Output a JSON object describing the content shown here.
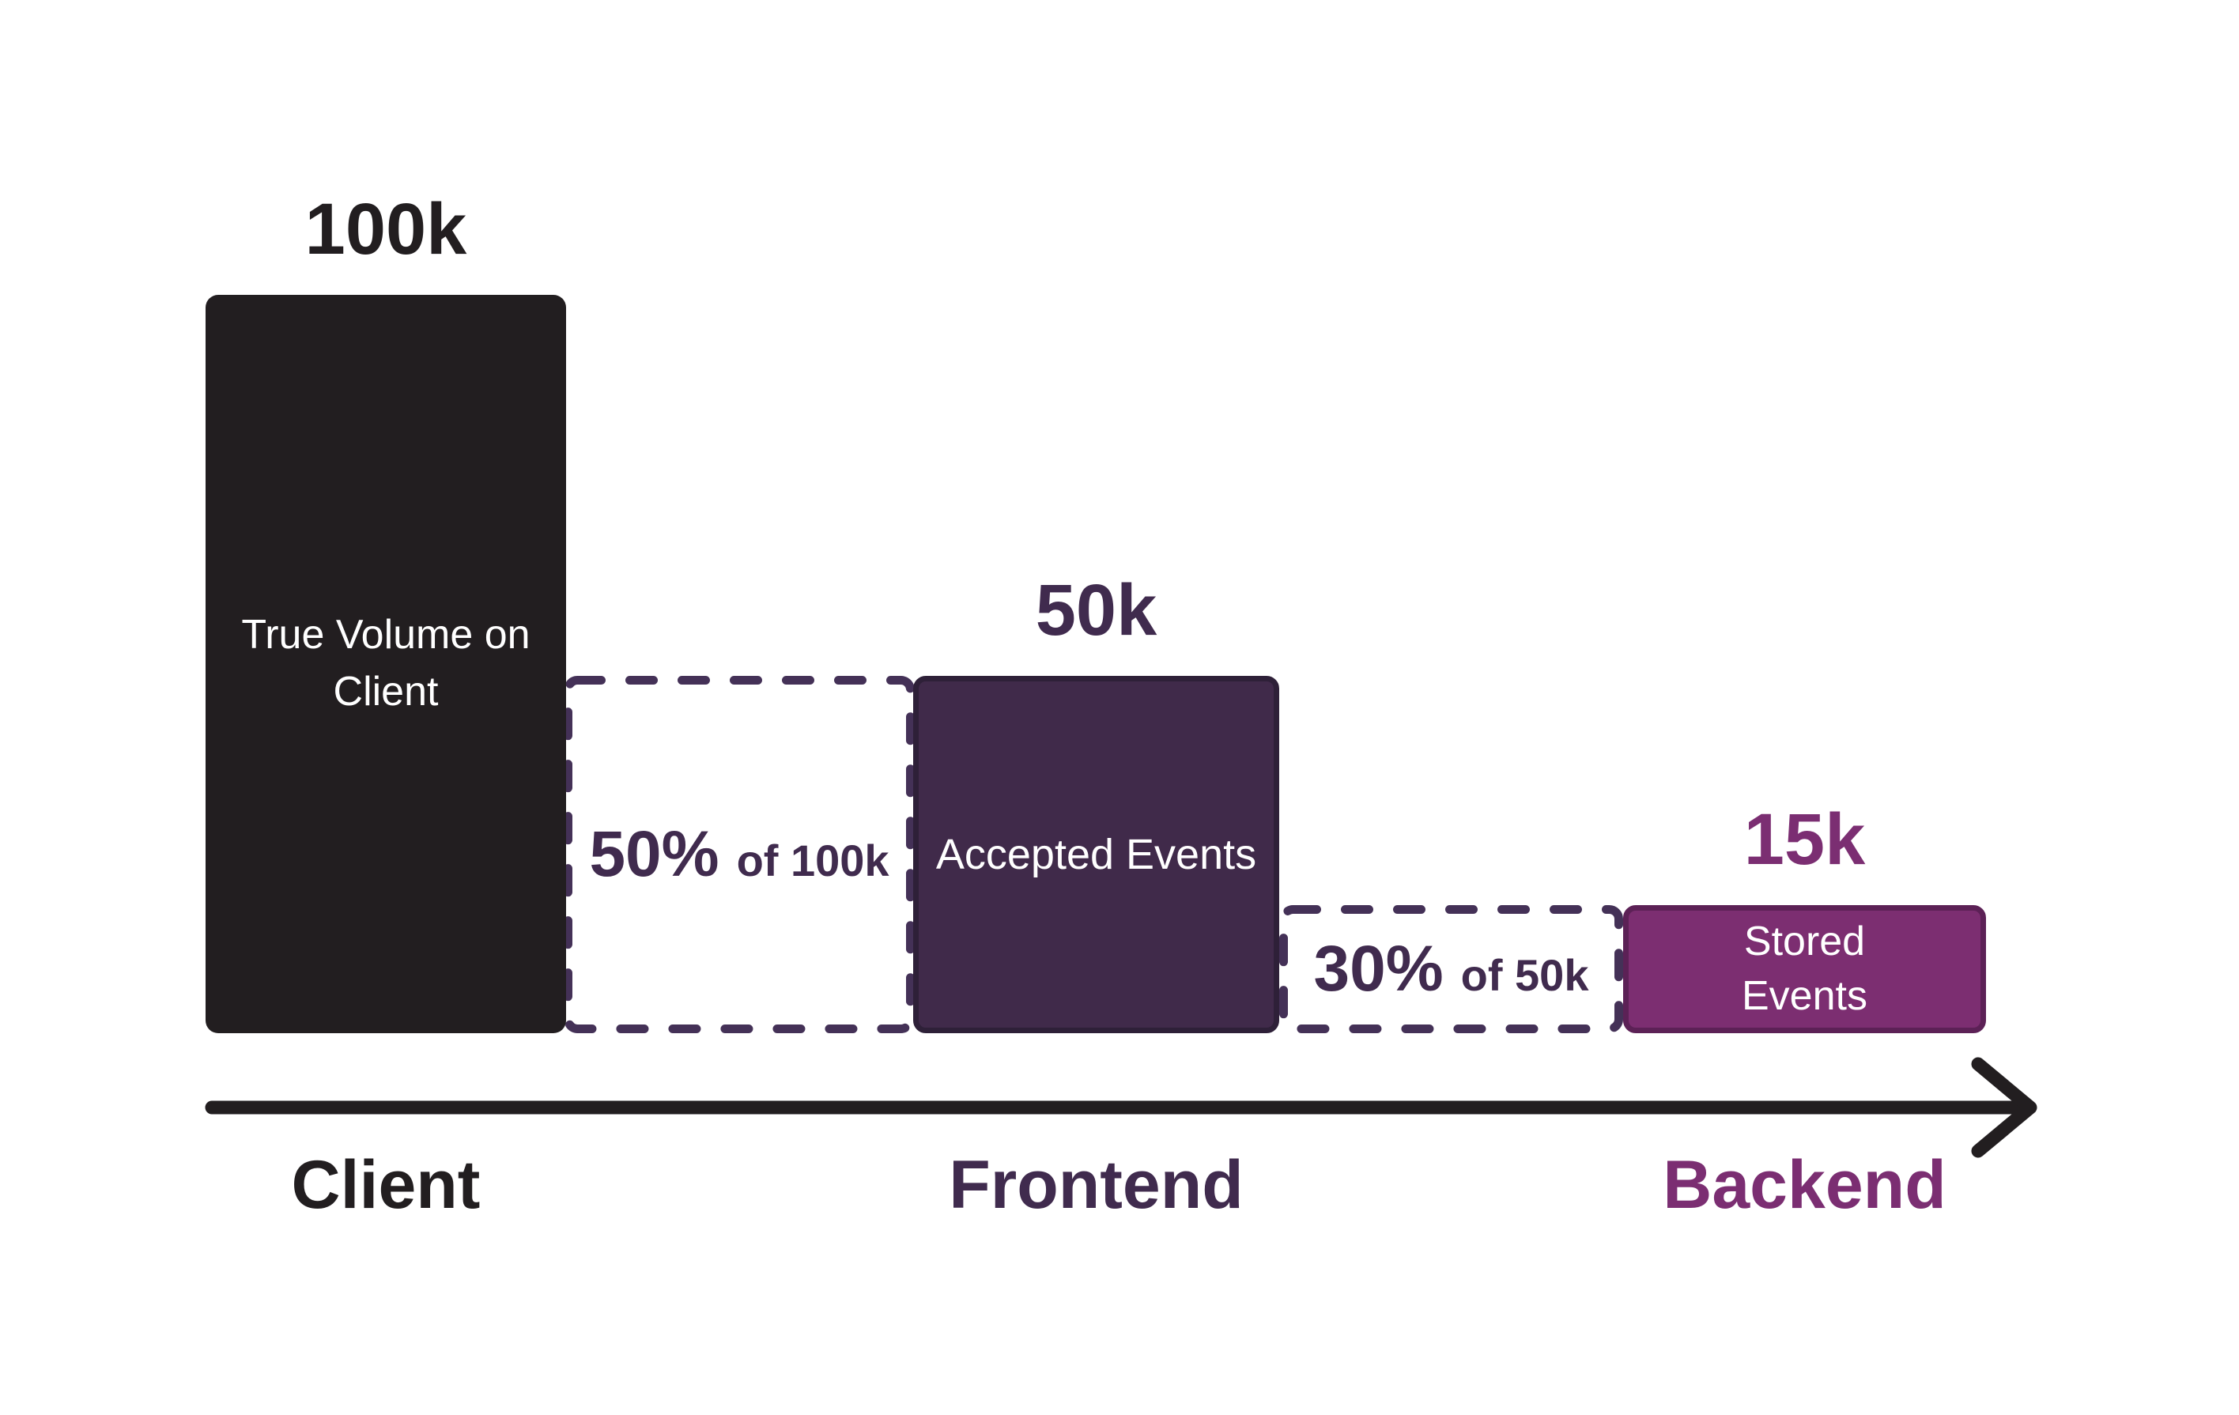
{
  "colors": {
    "background": "#ffffff",
    "ink": "#221e20",
    "dark_purple": "#402a4a",
    "dark_purple_border": "#2e2038",
    "magenta": "#7c2e71",
    "magenta_border": "#5c2156",
    "dash": "#443157",
    "purple_text": "#402b4e",
    "magenta_text": "#7b2e72"
  },
  "funnel": {
    "stages": [
      {
        "id": "client",
        "value": "100k",
        "bar_label": "True Volume on Client"
      },
      {
        "id": "frontend",
        "value": "50k",
        "bar_label": "Accepted Events"
      },
      {
        "id": "backend",
        "value": "15k",
        "bar_label": "Stored Events"
      }
    ],
    "losses": [
      {
        "percent": "50%",
        "of": "of 100k"
      },
      {
        "percent": "30%",
        "of": "of 50k"
      }
    ],
    "axis": {
      "labels": [
        "Client",
        "Frontend",
        "Backend"
      ]
    }
  },
  "chart_data": {
    "type": "bar",
    "categories": [
      "Client",
      "Frontend",
      "Backend"
    ],
    "values": [
      100000,
      50000,
      15000
    ],
    "value_labels": [
      "100k",
      "50k",
      "15k"
    ],
    "bar_labels": [
      "True Volume on Client",
      "Accepted Events",
      "Stored Events"
    ],
    "drop_annotations": [
      {
        "between": [
          "Client",
          "Frontend"
        ],
        "label": "50% of 100k",
        "retained_fraction": 0.5
      },
      {
        "between": [
          "Frontend",
          "Backend"
        ],
        "label": "30% of 50k",
        "retained_fraction": 0.3
      }
    ],
    "title": "",
    "xlabel": "",
    "ylabel": "",
    "legend": false,
    "grid": false,
    "orientation": "vertical",
    "ylim": [
      0,
      100000
    ]
  }
}
